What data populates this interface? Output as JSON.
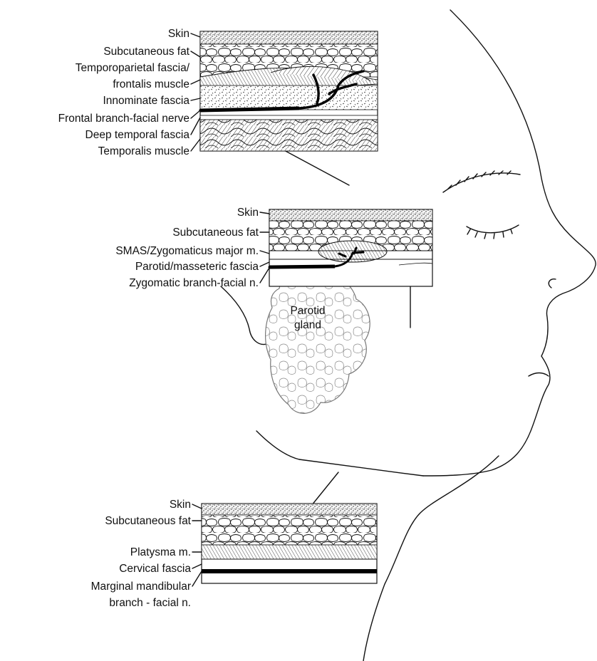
{
  "panels": {
    "temporal": {
      "labels": [
        "Skin",
        "Subcutaneous fat",
        "Temporoparietal fascia/",
        "frontalis muscle",
        "Innominate fascia",
        "Frontal branch-facial nerve",
        "Deep temporal fascia",
        "Temporalis muscle"
      ]
    },
    "zygomatic": {
      "labels": [
        "Skin",
        "Subcutaneous fat",
        "SMAS/Zygomaticus major m.",
        "Parotid/masseteric fascia",
        "Zygomatic branch-facial n."
      ]
    },
    "cervical": {
      "labels": [
        "Skin",
        "Subcutaneous fat",
        "Platysma m.",
        "Cervical fascia",
        "Marginal mandibular",
        "branch - facial n."
      ]
    }
  },
  "gland": {
    "line1": "Parotid",
    "line2": "gland"
  }
}
